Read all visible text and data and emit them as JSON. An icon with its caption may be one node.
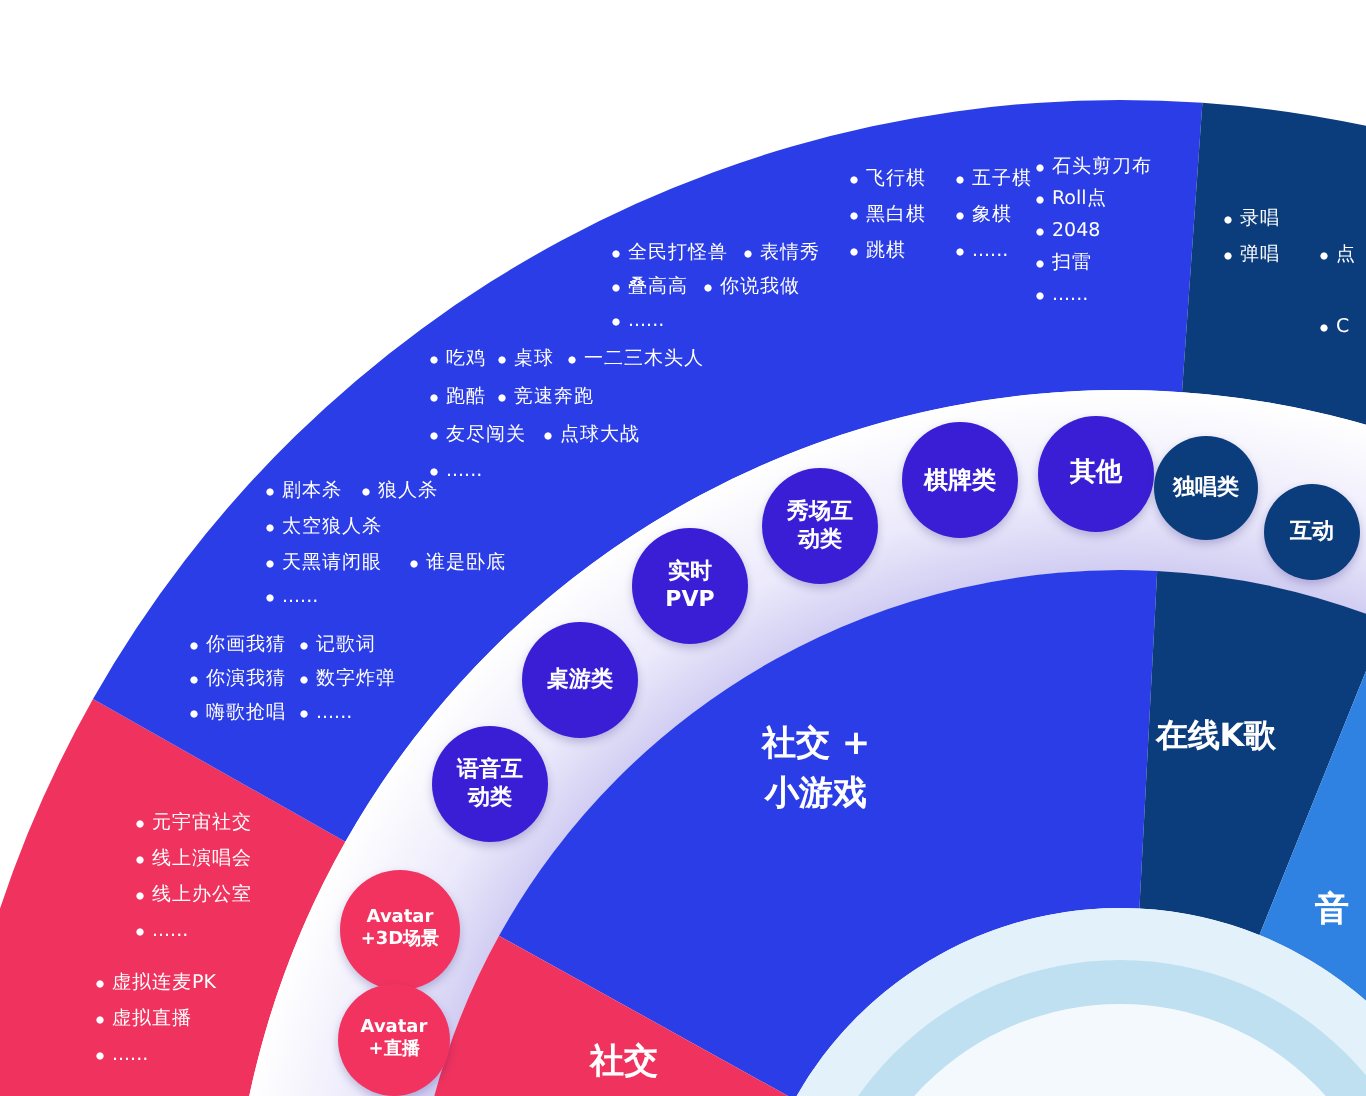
{
  "diagram": {
    "nodes": [
      {
        "text": [
          "棋牌类"
        ]
      },
      {
        "text": [
          "其他"
        ]
      },
      {
        "text": [
          "独唱类"
        ]
      },
      {
        "text": [
          "互动"
        ]
      },
      {
        "text": [
          "秀场互动类"
        ]
      },
      {
        "text": [
          "实时 PVP"
        ]
      },
      {
        "text": [
          "桌游类"
        ]
      },
      {
        "text": [
          "语音互动类"
        ]
      },
      {
        "text": [
          "社交 + 小游戏"
        ]
      },
      {
        "text": [
          "在线K歌"
        ]
      },
      {
        "text": [
          "Avatar +3D场景"
        ]
      },
      {
        "text": [
          "音"
        ]
      },
      {
        "text": [
          "Avatar +直播"
        ]
      },
      {
        "text": [
          "社交"
        ]
      }
    ],
    "labels": [
      "飞行棋",
      "五子棋",
      "黑白棋",
      "象棋",
      "跳棋",
      "......",
      "石头剪刀布",
      "Roll点",
      "2048",
      "扫雷",
      "......",
      "录唱",
      "弹唱",
      "点",
      "C",
      "全民打怪兽",
      "表情秀",
      "叠高高",
      "你说我做",
      "......",
      "吃鸡",
      "桌球",
      "一二三木头人",
      "跑酷",
      "竞速奔跑",
      "友尽闯关",
      "点球大战",
      "......",
      "剧本杀",
      "狼人杀",
      "太空狼人杀",
      "天黑请闭眼",
      "谁是卧底",
      "......",
      "你画我猜",
      "记歌词",
      "你演我猜",
      "数字炸弹",
      "嗨歌抢唱",
      "......",
      "元宇宙社交",
      "线上演唱会",
      "线上办公室",
      "......",
      "虚拟连麦PK",
      "虚拟直播",
      "......"
    ]
  }
}
